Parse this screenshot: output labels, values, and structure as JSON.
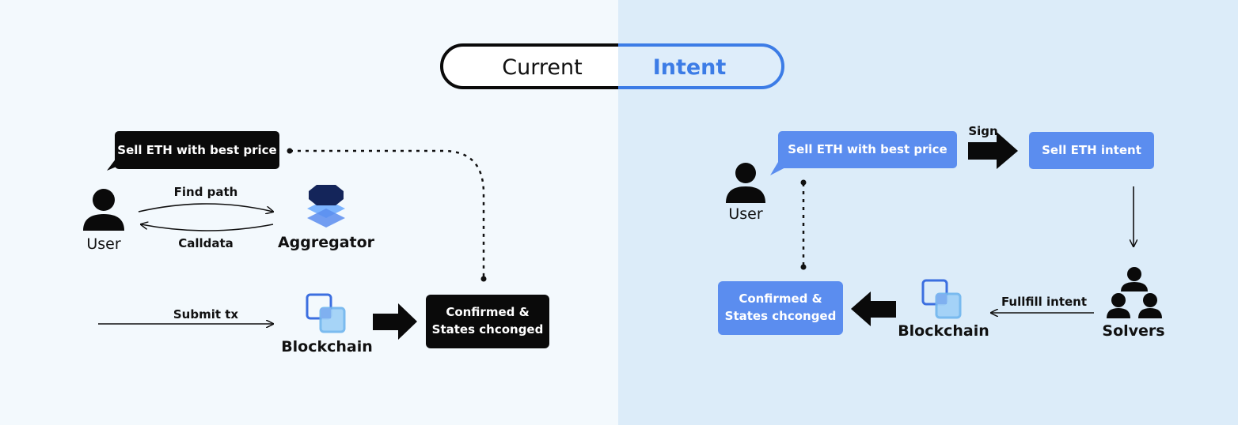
{
  "toggle": {
    "current_label": "Current",
    "intent_label": "Intent"
  },
  "current": {
    "bubble": "Sell ETH with best price",
    "user_label": "User",
    "find_path": "Find path",
    "calldata": "Calldata",
    "aggregator_label": "Aggregator",
    "submit_tx": "Submit tx",
    "blockchain_label": "Blockchain",
    "confirmed_line1": "Confirmed &",
    "confirmed_line2": "States chconged"
  },
  "intent": {
    "bubble": "Sell ETH with best price",
    "user_label": "User",
    "sign": "Sign",
    "intent_box": "Sell ETH intent",
    "solvers_label": "Solvers",
    "fulfill": "Fullfill intent",
    "blockchain_label": "Blockchain",
    "confirmed_line1": "Confirmed &",
    "confirmed_line2": "States chconged"
  },
  "colors": {
    "left_bg": "#f3f9fd",
    "right_bg": "#dcecf9",
    "accent_blue": "#5b8def",
    "intent_text": "#3c7ce6",
    "dark": "#0a0a0a"
  },
  "icons": {
    "user": "person-icon",
    "aggregator": "layers-icon",
    "blockchain": "linked-squares-icon",
    "solvers": "group-icon"
  }
}
